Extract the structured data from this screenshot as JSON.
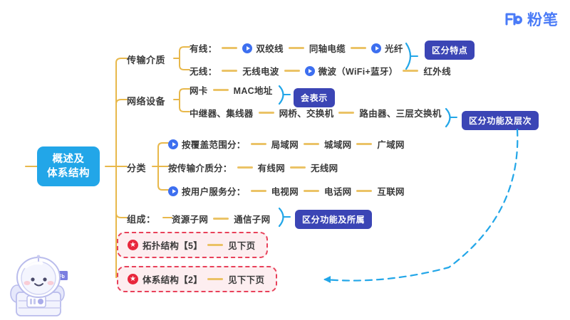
{
  "header": {
    "logo_mark": "Fb",
    "logo_text": "粉笔"
  },
  "mindmap": {
    "root": {
      "line1": "概述及",
      "line2": "体系结构",
      "color": "#22a6e8"
    },
    "branches": [
      {
        "label": "传输介质",
        "rows": [
          {
            "lead": "有线：",
            "items": [
              {
                "icon": "play-icon",
                "text": "双绞线"
              },
              {
                "icon": null,
                "text": "同轴电缆"
              },
              {
                "icon": "play-icon",
                "text": "光纤"
              }
            ],
            "badge": "区分特点"
          },
          {
            "lead": "无线：",
            "items": [
              {
                "icon": null,
                "text": "无线电波"
              },
              {
                "icon": "play-icon",
                "text": "微波（WiFi+蓝牙）"
              },
              {
                "icon": null,
                "text": "红外线"
              }
            ],
            "badge": null
          }
        ]
      },
      {
        "label": "网络设备",
        "rows": [
          {
            "lead": "网卡",
            "items": [
              {
                "icon": null,
                "text": "MAC地址"
              }
            ],
            "badge": "会表示"
          },
          {
            "lead": "中继器、集线器",
            "items": [
              {
                "icon": null,
                "text": "网桥、交换机"
              },
              {
                "icon": null,
                "text": "路由器、三层交换机"
              }
            ],
            "badge": "区分功能及层次"
          }
        ]
      },
      {
        "label": "分类",
        "rows": [
          {
            "lead": "按覆盖范围分：",
            "lead_icon": "play-icon",
            "items": [
              {
                "icon": null,
                "text": "局域网"
              },
              {
                "icon": null,
                "text": "城域网"
              },
              {
                "icon": null,
                "text": "广域网"
              }
            ],
            "badge": null
          },
          {
            "lead": "按传输介质分：",
            "lead_icon": null,
            "items": [
              {
                "icon": null,
                "text": "有线网"
              },
              {
                "icon": null,
                "text": "无线网"
              }
            ],
            "badge": null
          },
          {
            "lead": "按用户服务分：",
            "lead_icon": "play-icon",
            "items": [
              {
                "icon": null,
                "text": "电视网"
              },
              {
                "icon": null,
                "text": "电话网"
              },
              {
                "icon": null,
                "text": "互联网"
              }
            ],
            "badge": null
          }
        ]
      },
      {
        "label": "组成：",
        "rows": [
          {
            "lead": "资源子网",
            "items": [
              {
                "icon": null,
                "text": "通信子网"
              }
            ],
            "badge": "区分功能及所属"
          }
        ]
      }
    ],
    "highlight_rows": [
      {
        "icon": "star-icon",
        "label": "拓扑结构【5】",
        "note": "见下页"
      },
      {
        "icon": "star-icon",
        "label": "体系结构【2】",
        "note": "见下下页"
      }
    ],
    "colors": {
      "connector": "#e8b84b",
      "brace": "#22a6e8",
      "badge": "#3b45b5",
      "highlight_border": "#e8415a",
      "highlight_fill": "#fdeef0",
      "root": "#22a6e8",
      "accent_blue": "#3d6ff0"
    }
  }
}
